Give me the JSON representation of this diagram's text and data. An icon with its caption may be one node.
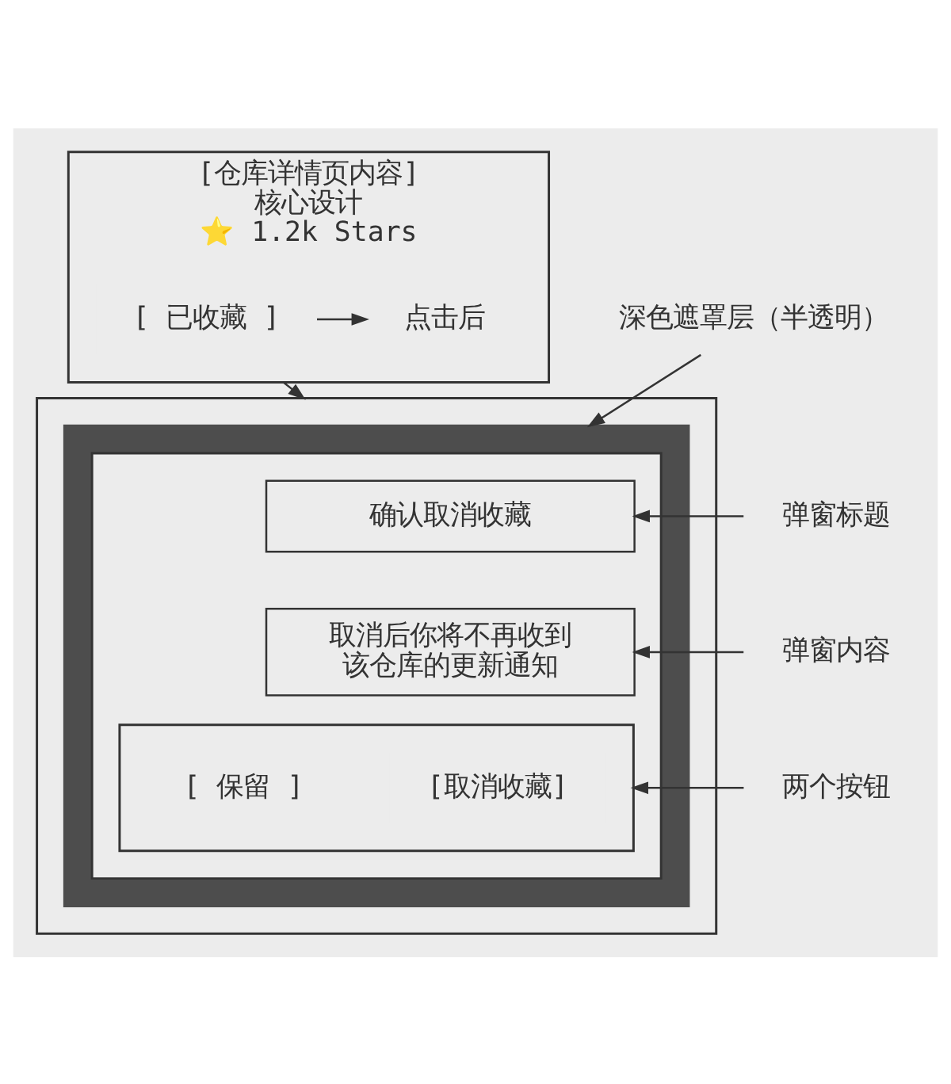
{
  "diagram": {
    "nodes": [
      {
        "text": [
          "[仓库详情页内容]",
          "核心设计",
          "⭐ 1.2k Stars"
        ]
      },
      {
        "text": [
          "[ 已收藏 ]"
        ],
        "in": 0
      },
      {
        "text": [
          "点击后"
        ],
        "in": 0
      },
      {
        "text": [],
        "shape": "box"
      },
      {
        "text": [],
        "shape": "box",
        "in": 3
      },
      {
        "text": [],
        "shape": "box",
        "in": 4
      },
      {
        "text": [
          "确认取消收藏"
        ],
        "in": 5
      },
      {
        "text": [
          "取消后你将不再收到该仓库的更新通知"
        ],
        "in": 5
      },
      {
        "text": [],
        "shape": "box",
        "in": 5
      },
      {
        "text": [
          "[ 保留 ]"
        ],
        "in": 8
      },
      {
        "text": [
          "[取消收藏]"
        ],
        "in": 8
      },
      {
        "text": [
          "深色遮罩层（半透明）"
        ]
      },
      {
        "text": [
          "弹窗标题"
        ]
      },
      {
        "text": [
          "弹窗内容"
        ]
      },
      {
        "text": [
          "两个按钮"
        ]
      }
    ],
    "edges": [
      {
        "from": 1,
        "to": 2,
        "arrow": "to"
      },
      {
        "from": 0,
        "to": 3,
        "arrow": "to"
      },
      {
        "from": 11,
        "to": 4,
        "arrow": "to"
      },
      {
        "from": 12,
        "to": 6,
        "arrow": "to"
      },
      {
        "from": 13,
        "to": 7,
        "arrow": "to"
      },
      {
        "from": 14,
        "to": 8,
        "arrow": "to"
      }
    ]
  }
}
